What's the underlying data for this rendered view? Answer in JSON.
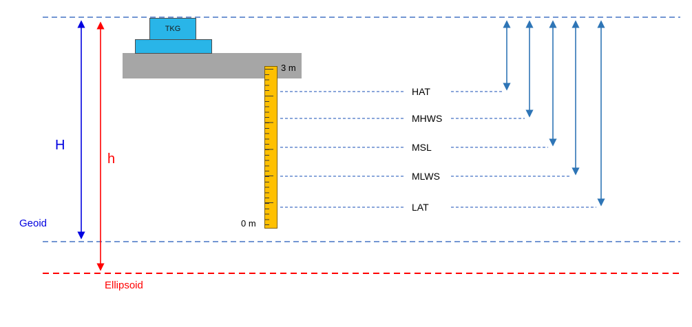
{
  "diagram": {
    "gauge_label": "TKG",
    "staff": {
      "top_mark": "3 m",
      "bottom_mark": "0 m"
    },
    "heights": {
      "orthometric": "H",
      "ellipsoidal": "h"
    },
    "surfaces": {
      "geoid": "Geoid",
      "ellipsoid": "Ellipsoid"
    },
    "levels": [
      {
        "label": "HAT"
      },
      {
        "label": "MHWS"
      },
      {
        "label": "MSL"
      },
      {
        "label": "MLWS"
      },
      {
        "label": "LAT"
      }
    ],
    "colors": {
      "reference_dashed_blue": "#4472C4",
      "level_arrow_blue": "#2E75B6",
      "orthometric_blue": "#0000E0",
      "ellipsoid_red": "#FF0000",
      "gauge_cyan": "#29B5E8",
      "platform_gray": "#A6A6A6",
      "staff_yellow": "#FFC000"
    }
  }
}
